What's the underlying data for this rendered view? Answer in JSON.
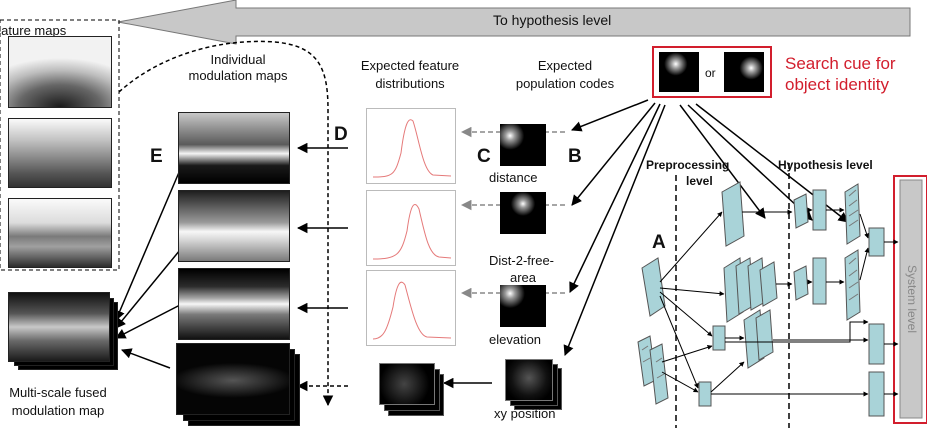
{
  "top_arrow": {
    "label": "To hypothesis level"
  },
  "feature_maps": {
    "title": "Feature maps"
  },
  "fused_map": {
    "label_line1": "Multi-scale fused",
    "label_line2": "modulation map"
  },
  "modulation": {
    "title_line1": "Individual",
    "title_line2": "modulation maps"
  },
  "distributions": {
    "title_line1": "Expected feature",
    "title_line2": "distributions"
  },
  "population": {
    "title_line1": "Expected",
    "title_line2": "population codes"
  },
  "search_cue": {
    "line1": "Search cue for",
    "line2": "object identity",
    "or_text": "or"
  },
  "letters": {
    "A": "A",
    "B": "B",
    "C": "C",
    "D": "D",
    "E": "E"
  },
  "features": {
    "distance": "distance",
    "dist2free_line1": "Dist-2-free-",
    "dist2free_line2": "area",
    "elevation": "elevation",
    "xy": "xy position"
  },
  "architecture": {
    "preprocessing_line1": "Preprocessing",
    "preprocessing_line2": "level",
    "hypothesis": "Hypothesis level",
    "system": "System level"
  },
  "colors": {
    "accent_red": "#d21e2d",
    "arrow_grey": "#c8c8c8",
    "layer_teal": "#a9d3d8",
    "curve_red": "#e57a7a"
  },
  "icons": [
    "left-arrow-icon",
    "gaussian-blob-icon",
    "layer-block-icon"
  ]
}
